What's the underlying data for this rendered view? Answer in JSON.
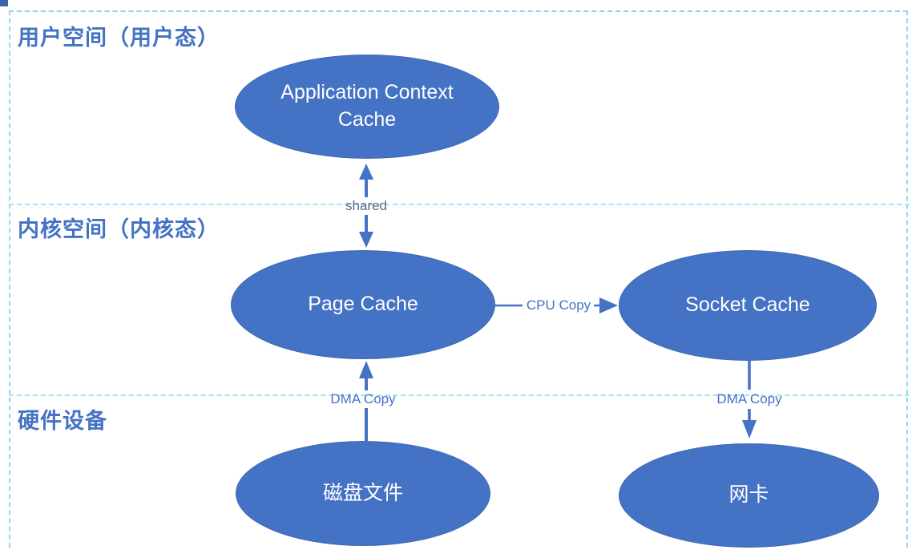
{
  "diagram": {
    "title": "zero-copy page cache diagram",
    "zones": [
      {
        "id": "user-space",
        "label": "用户空间（用户态）"
      },
      {
        "id": "kernel-space",
        "label": "内核空间（内核态）"
      },
      {
        "id": "hardware",
        "label": "硬件设备"
      }
    ],
    "nodes": [
      {
        "id": "app-context-cache",
        "label": "Application Context Cache"
      },
      {
        "id": "page-cache",
        "label": "Page Cache"
      },
      {
        "id": "socket-cache",
        "label": "Socket Cache"
      },
      {
        "id": "disk-file",
        "label": "磁盘文件"
      },
      {
        "id": "network-card",
        "label": "网卡"
      }
    ],
    "edges": [
      {
        "label": "shared",
        "from": "app-context-cache",
        "to": "page-cache",
        "direction": "bidirectional"
      },
      {
        "label": "CPU Copy",
        "from": "page-cache",
        "to": "socket-cache",
        "direction": "right"
      },
      {
        "label": "DMA Copy",
        "from": "disk-file",
        "to": "page-cache",
        "direction": "up"
      },
      {
        "label": "DMA Copy",
        "from": "socket-cache",
        "to": "network-card",
        "direction": "down"
      }
    ],
    "colors": {
      "node_fill": "#4472c4",
      "node_text": "#ffffff",
      "zone_label_text": "#4472c4",
      "zone_border_dash": "#8fd6f2",
      "arrow": "#4472c4",
      "shared_label_text": "#566b87"
    }
  }
}
